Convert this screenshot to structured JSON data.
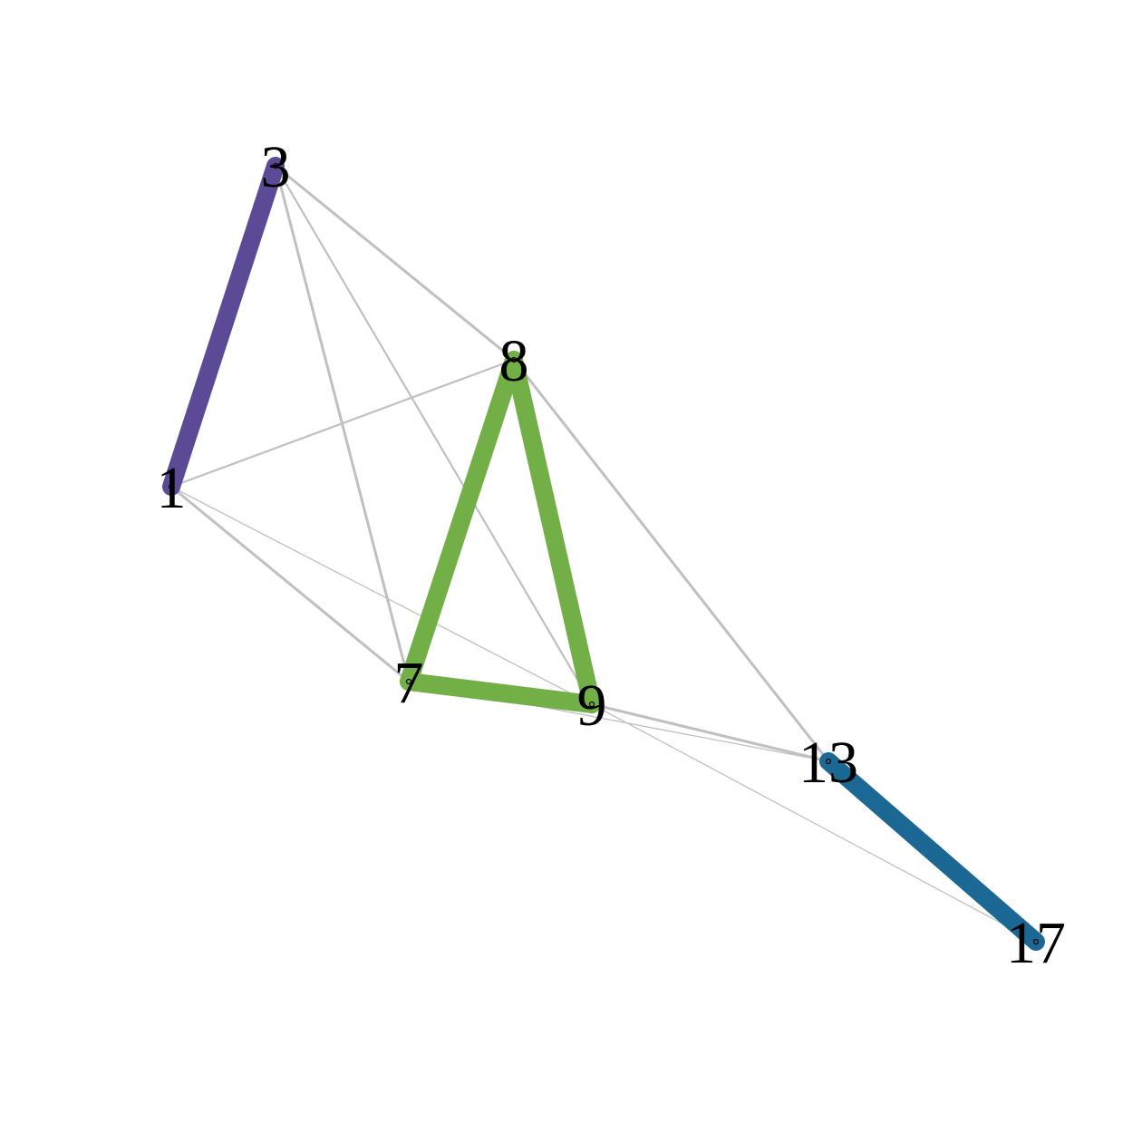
{
  "graph": {
    "nodes": [
      {
        "id": "1",
        "label": "1"
      },
      {
        "id": "3",
        "label": "3"
      },
      {
        "id": "8",
        "label": "8"
      },
      {
        "id": "7",
        "label": "7"
      },
      {
        "id": "9",
        "label": "9"
      },
      {
        "id": "13",
        "label": "13"
      },
      {
        "id": "17",
        "label": "17"
      }
    ],
    "edges": [
      {
        "source": "1",
        "target": "3",
        "group": "purple",
        "weight": "strong"
      },
      {
        "source": "8",
        "target": "7",
        "group": "green",
        "weight": "strong"
      },
      {
        "source": "8",
        "target": "9",
        "group": "green",
        "weight": "strong"
      },
      {
        "source": "7",
        "target": "9",
        "group": "green",
        "weight": "strong"
      },
      {
        "source": "13",
        "target": "17",
        "group": "blue",
        "weight": "strong"
      },
      {
        "source": "3",
        "target": "8",
        "group": "gray",
        "weight": "medium"
      },
      {
        "source": "3",
        "target": "7",
        "group": "gray",
        "weight": "medium"
      },
      {
        "source": "3",
        "target": "9",
        "group": "gray",
        "weight": "weak"
      },
      {
        "source": "1",
        "target": "8",
        "group": "gray",
        "weight": "weak"
      },
      {
        "source": "1",
        "target": "7",
        "group": "gray",
        "weight": "medium"
      },
      {
        "source": "1",
        "target": "9",
        "group": "gray",
        "weight": "faint"
      },
      {
        "source": "8",
        "target": "13",
        "group": "gray",
        "weight": "medium"
      },
      {
        "source": "9",
        "target": "13",
        "group": "gray",
        "weight": "medium"
      },
      {
        "source": "7",
        "target": "13",
        "group": "gray",
        "weight": "faint"
      },
      {
        "source": "9",
        "target": "17",
        "group": "gray",
        "weight": "faint"
      }
    ],
    "colors": {
      "purple": "#5c4a96",
      "green": "#72b047",
      "blue": "#1b6894",
      "gray": "#c0c0c0"
    }
  }
}
